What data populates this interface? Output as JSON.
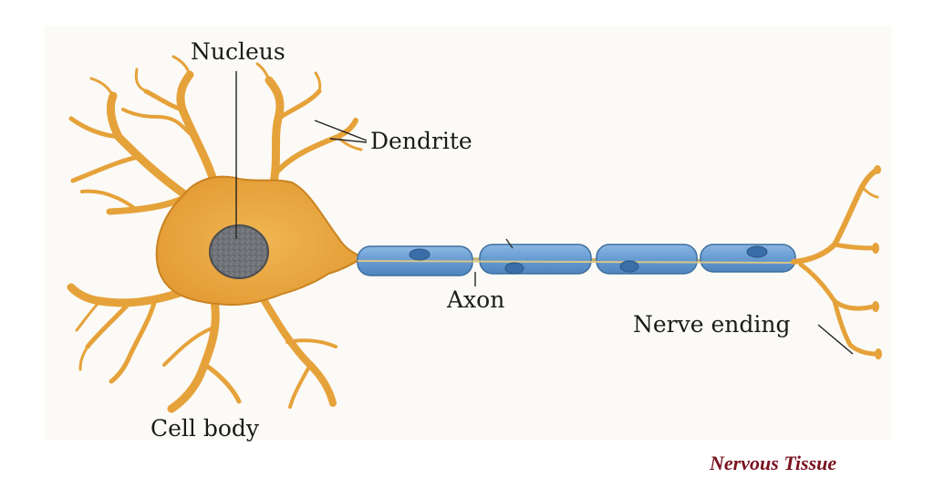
{
  "labels": {
    "nucleus": "Nucleus",
    "dendrite": "Dendrite",
    "axon": "Axon",
    "nerve_ending": "Nerve ending",
    "cell_body": "Cell body"
  },
  "caption": "Nervous Tissue",
  "colors": {
    "background": "#fbfaf6",
    "cell_body": "#e9a73e",
    "cell_body_edge": "#c98321",
    "nucleus": "#6e7176",
    "myelin": "#6a9ed4",
    "myelin_edge": "#3e6f9f",
    "schwann_nucleus": "#3a6ea8",
    "axon_line": "#c8b272",
    "caption": "#7a1320",
    "text": "#1a1a1a"
  }
}
